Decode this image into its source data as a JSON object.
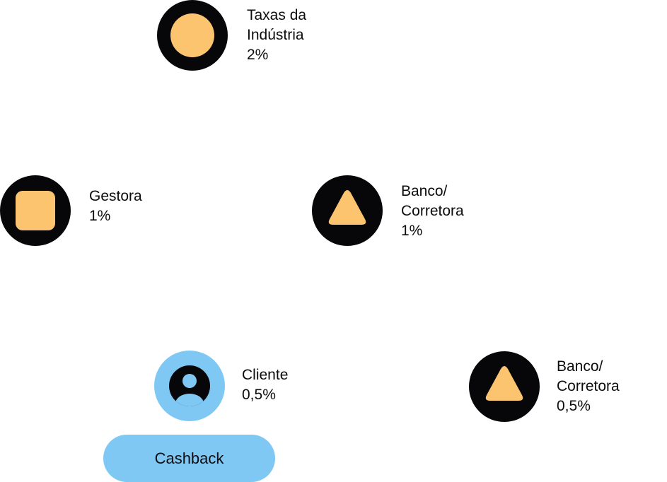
{
  "nodes": {
    "taxas": {
      "name": "Taxas da\nIndústria",
      "pct": "2%",
      "icon": "circle-icon"
    },
    "gestora": {
      "name": "Gestora",
      "pct": "1%",
      "icon": "square-icon"
    },
    "banco1": {
      "name": "Banco/\nCorretora",
      "pct": "1%",
      "icon": "triangle-icon"
    },
    "cliente": {
      "name": "Cliente",
      "pct": "0,5%",
      "icon": "user-icon"
    },
    "banco2": {
      "name": "Banco/\nCorretora",
      "pct": "0,5%",
      "icon": "triangle-icon"
    }
  },
  "cashback": {
    "label": "Cashback"
  },
  "colors": {
    "dark": "#07070a",
    "accent": "#fdc470",
    "light_blue": "#7fc8f4"
  }
}
